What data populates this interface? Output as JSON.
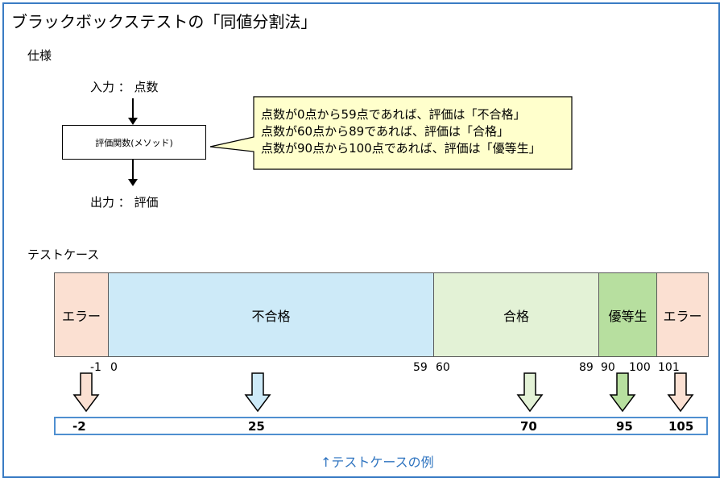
{
  "title": "ブラックボックステストの「同値分割法」",
  "spec_heading": "仕様",
  "input_label": "入力 ： 点数",
  "method_label": "評価関数(メソッド)",
  "output_label": "出力 ： 評価",
  "callout_lines": [
    "点数が0点から59点であれば、評価は「不合格」",
    "点数が60点から89であれば、評価は「合格」",
    "点数が90点から100点であれば、評価は「優等生」"
  ],
  "testcase_heading": "テストケース",
  "partitions": [
    {
      "label": "エラー",
      "color": "#fbe0d2"
    },
    {
      "label": "不合格",
      "color": "#cdeaf8"
    },
    {
      "label": "合格",
      "color": "#e3f2d6"
    },
    {
      "label": "優等生",
      "color": "#b7df9f"
    },
    {
      "label": "エラー",
      "color": "#fbe0d2"
    }
  ],
  "boundary_ticks": [
    "-1",
    "0",
    "59",
    "60",
    "89",
    "90",
    "100",
    "101"
  ],
  "test_values": [
    "-2",
    "25",
    "70",
    "95",
    "105"
  ],
  "arrow_colors": [
    "#fbe0d2",
    "#cdeaf8",
    "#e3f2d6",
    "#b7df9f",
    "#fbe0d2"
  ],
  "caption": "↑テストケースの例",
  "colors": {
    "frame": "#3a7cc4",
    "callout_fill": "#ffffcc",
    "caption": "#2f74c0"
  }
}
